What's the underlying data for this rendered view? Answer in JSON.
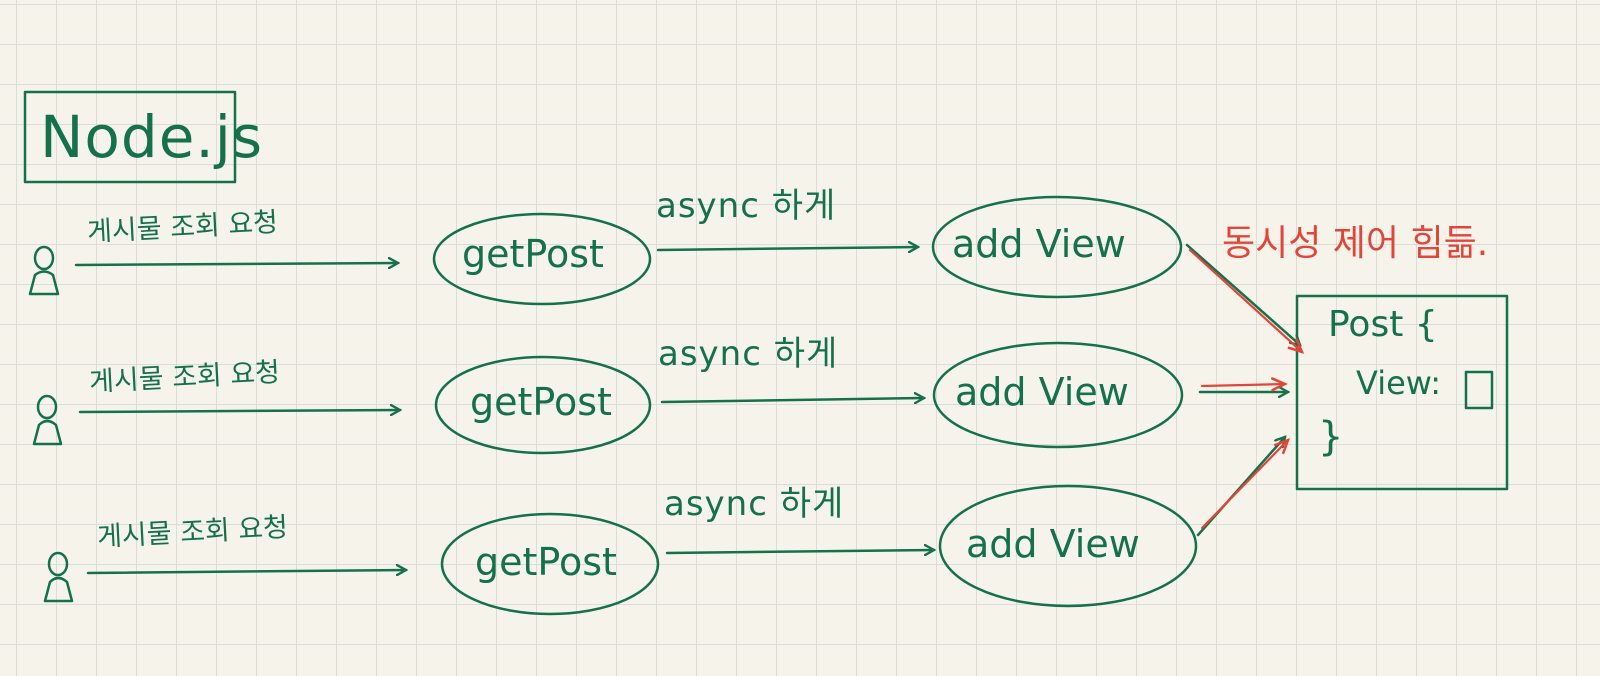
{
  "title": "Node.js",
  "rows": [
    {
      "request": "게시물 조회 요청",
      "handler": "getPost",
      "edge": "async 하게",
      "target": "add View"
    },
    {
      "request": "게시물 조회 요청",
      "handler": "getPost",
      "edge": "async 하게",
      "target": "add View"
    },
    {
      "request": "게시물 조회 요청",
      "handler": "getPost",
      "edge": "async 하게",
      "target": "add View"
    }
  ],
  "post_box": {
    "open": "Post {",
    "field": "View:",
    "close": "}"
  },
  "note": "동시성 제어 힘듦.",
  "colors": {
    "ink": "#15714a",
    "accent": "#e2453a",
    "paper": "#f6f4ea",
    "grid": "#dcdcd8"
  }
}
